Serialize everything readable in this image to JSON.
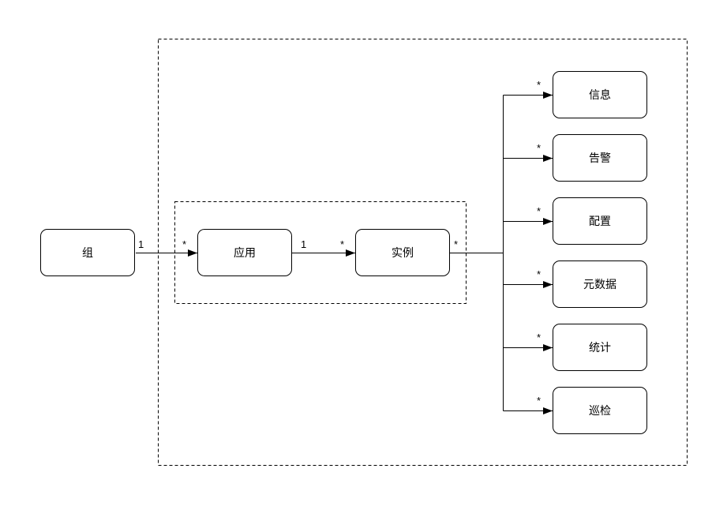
{
  "colors": {
    "stroke": "#000000",
    "node_fill": "#ffffff",
    "background": "#ffffff",
    "text": "#000000"
  },
  "nodes": {
    "group": {
      "label": "组"
    },
    "app": {
      "label": "应用"
    },
    "instance": {
      "label": "实例"
    },
    "children": [
      {
        "label": "信息"
      },
      {
        "label": "告警"
      },
      {
        "label": "配置"
      },
      {
        "label": "元数据"
      },
      {
        "label": "统计"
      },
      {
        "label": "巡检"
      }
    ]
  },
  "multiplicity": {
    "group_to_app": {
      "source": "1",
      "target": "*"
    },
    "app_to_instance": {
      "source": "1",
      "target": "*"
    },
    "instance_fanout_source": "*",
    "child_targets": [
      "*",
      "*",
      "*",
      "*",
      "*",
      "*"
    ]
  }
}
